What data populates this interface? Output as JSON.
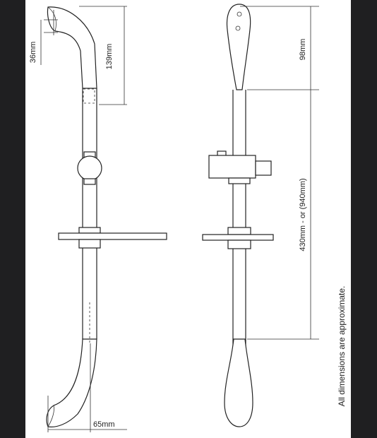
{
  "dimensions": {
    "top_offset": "36mm",
    "bend_height": "139mm",
    "base_width": "65mm",
    "handset_length": "98mm",
    "rail_length": "430mm - or (940mm)"
  },
  "note": "All dimensions are approximate."
}
